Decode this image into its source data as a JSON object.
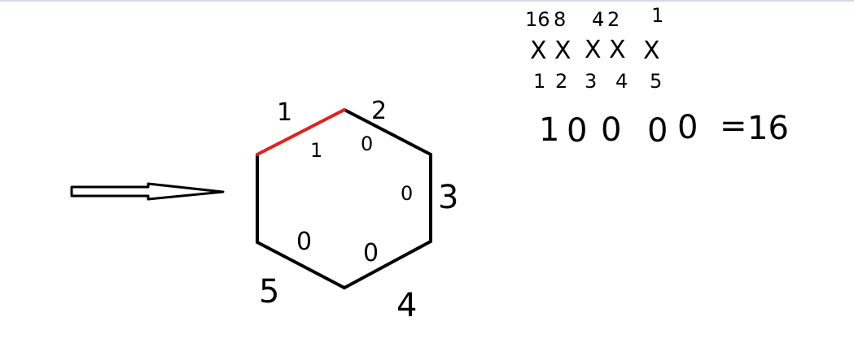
{
  "colors": {
    "stroke": "#000000",
    "highlight": "#e0211d",
    "background": "#ffffff"
  },
  "arrow": {
    "icon": "right-arrow-icon"
  },
  "hexagon": {
    "edge_labels": [
      "1",
      "2",
      "3",
      "4",
      "5"
    ],
    "edge_values": [
      "1",
      "0",
      "0",
      "0",
      "0"
    ],
    "highlighted_edge": "1"
  },
  "binary_table": {
    "weights": [
      "16",
      "8",
      "4",
      "2",
      "1"
    ],
    "marks": [
      "X",
      "X",
      "X",
      "X",
      "X"
    ],
    "positions": [
      "1",
      "2",
      "3",
      "4",
      "5"
    ],
    "equation": {
      "digits": [
        "1",
        "0",
        "0",
        "0",
        "0"
      ],
      "equals": "=",
      "result": "16"
    }
  }
}
